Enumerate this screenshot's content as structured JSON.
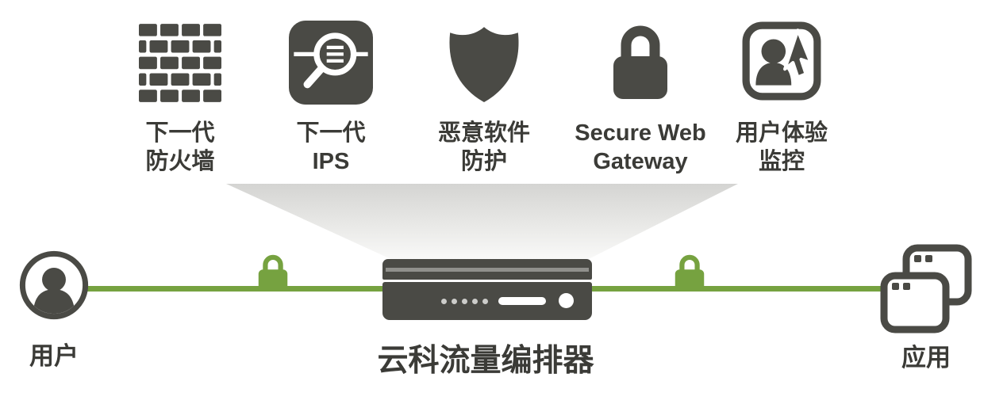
{
  "colors": {
    "dark": "#4a4a45",
    "green": "#76a240",
    "text": "#3b3b37"
  },
  "services": [
    {
      "id": "next-gen-firewall",
      "icon": "firewall-icon",
      "label_lines": [
        "下一代",
        "防火墙"
      ]
    },
    {
      "id": "next-gen-ips",
      "icon": "ips-magnifier-icon",
      "label_lines": [
        "下一代",
        "IPS"
      ]
    },
    {
      "id": "malware-protection",
      "icon": "shield-icon",
      "label_lines": [
        "恶意软件",
        "防护"
      ]
    },
    {
      "id": "secure-web-gateway",
      "icon": "lock-icon",
      "label_lines": [
        "Secure Web",
        "Gateway"
      ]
    },
    {
      "id": "user-exp-monitoring",
      "icon": "user-monitor-icon",
      "label_lines": [
        "用户体验",
        "监控"
      ]
    }
  ],
  "flow": {
    "user_label": "用户",
    "app_label": "应用",
    "device_label": "云科流量编排器"
  }
}
